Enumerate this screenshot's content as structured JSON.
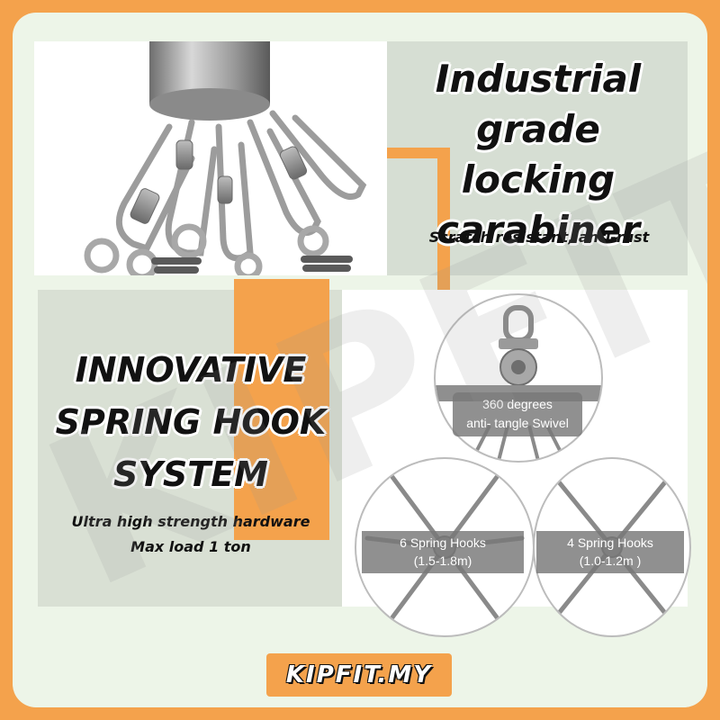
{
  "panel1": {
    "title_lines": [
      "Industrial",
      "grade locking",
      "carabiner"
    ],
    "subtitle": "Scratch resistant, anti-rust"
  },
  "panel2": {
    "title_lines": [
      "INNOVATIVE",
      "SPRING HOOK",
      "SYSTEM"
    ],
    "subtitle_lines": [
      "Ultra high strength hardware",
      "Max load 1 ton"
    ]
  },
  "circles": {
    "swivel": {
      "lines": [
        "360 degrees",
        "anti- tangle Swivel"
      ]
    },
    "six_hooks": {
      "lines": [
        "6 Spring Hooks",
        "(1.5-1.8m)"
      ]
    },
    "four_hooks": {
      "lines": [
        "4 Spring Hooks",
        "(1.0-1.2m )"
      ]
    }
  },
  "brand": {
    "label": "KIPFIT.MY"
  },
  "watermark": {
    "text": "KIPFIT"
  },
  "colors": {
    "accent": "#f4a24c",
    "background": "#edf5e8",
    "panel": "#d6ded3",
    "text": "#111111"
  }
}
